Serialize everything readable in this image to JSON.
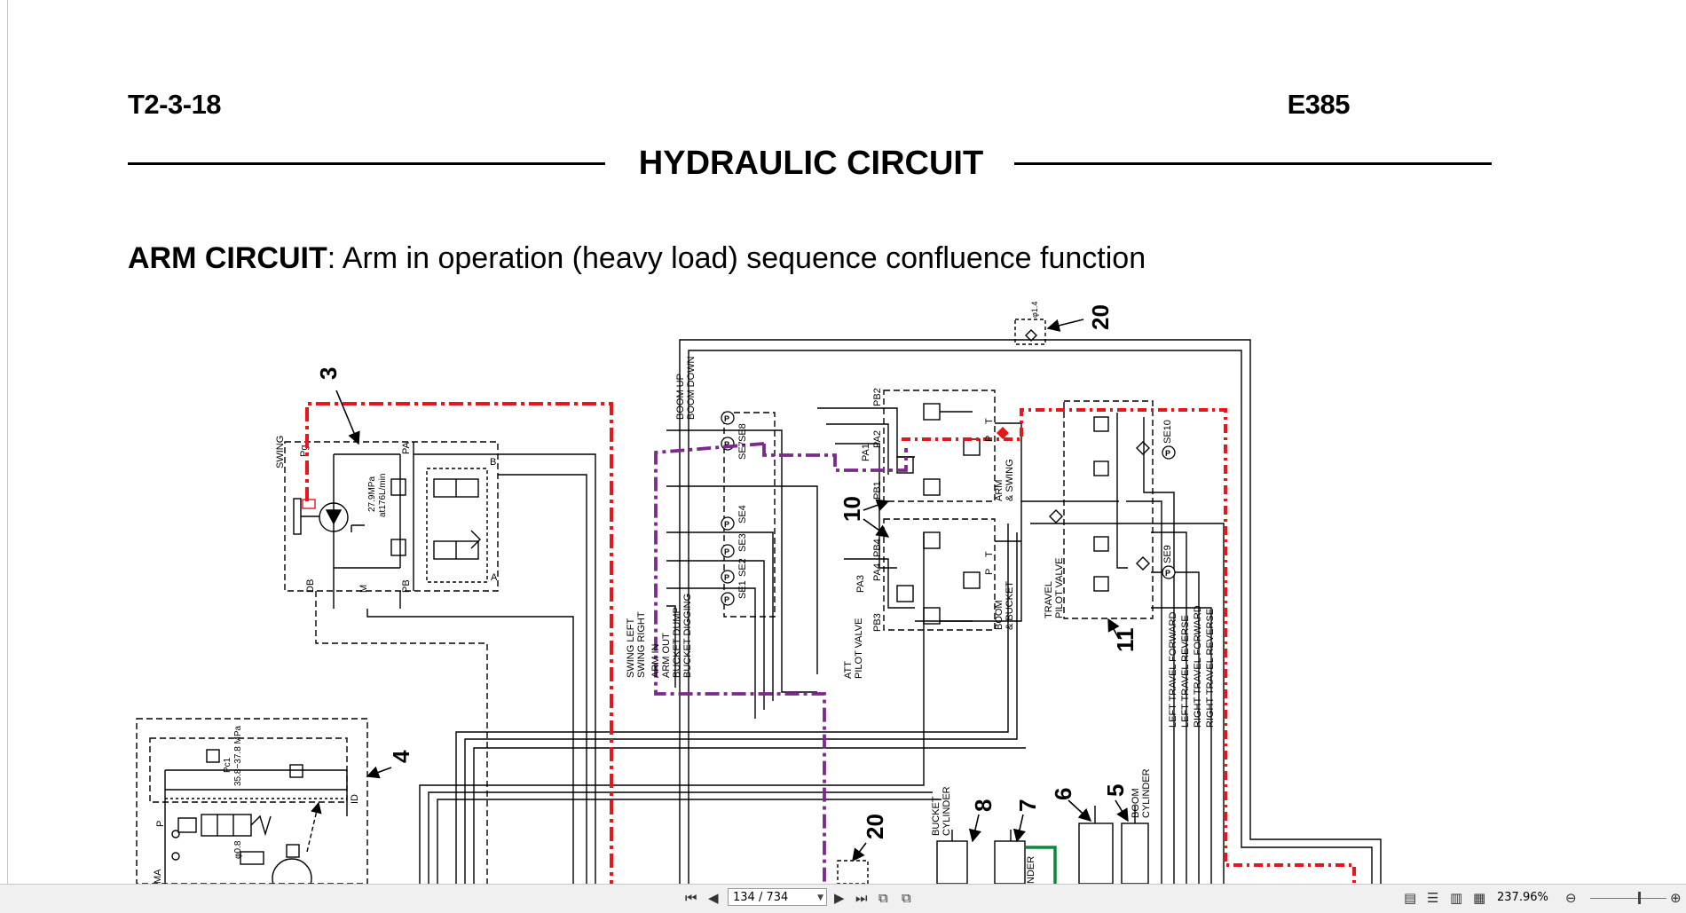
{
  "page": {
    "page_code": "T2-3-18",
    "model": "E385",
    "title": "HYDRAULIC CIRCUIT",
    "subtitle_bold": "ARM CIRCUIT",
    "subtitle_rest": ": Arm in operation (heavy load) sequence confluence function"
  },
  "diagram": {
    "callouts": [
      "3",
      "4",
      "10",
      "11",
      "20",
      "20",
      "8",
      "7",
      "6",
      "5"
    ],
    "labels": {
      "swing": "SWING",
      "swing_spec": "27.9MPa",
      "swing_flow": "at176L/min",
      "port_db": "DB",
      "port_m": "M",
      "port_pb": "PB",
      "port_pa": "PA",
      "port_a": "A",
      "port_b": "B",
      "port_pg": "Pg",
      "pump_p": "P",
      "pump_id": "ID",
      "pump_ma": "MA",
      "pump_pc": "Pc1",
      "pump_spec": "35.8~37.8 MPa",
      "pump_orifice": "φ0.8",
      "boom_up": "BOOM UP",
      "boom_down": "BOOM DOWN",
      "se8": "SE8",
      "se7": "SE7",
      "se4": "SE4",
      "se3": "SE3",
      "se2": "SE2",
      "se1": "SE1",
      "swing_left": "SWING LEFT",
      "swing_right": "SWING RIGHT",
      "arm_in": "ARM IN",
      "arm_out": "ARM OUT",
      "bucket_dump": "BUCKET DUMP",
      "bucket_digging": "BUCKET DIGGING",
      "pb2": "PB2",
      "pa1": "PA1",
      "pa2": "PA2",
      "pb1": "PB1",
      "pb4": "PB4",
      "pa4": "PA4",
      "pa3": "PA3",
      "pb3": "PB3",
      "att_pilot_1": "ATT",
      "att_pilot_2": "PILOT VALVE",
      "arm_swing_1": "ARM",
      "arm_swing_2": "& SWING",
      "boom_bucket_1": "BOOM",
      "boom_bucket_2": "& BUCKET",
      "travel_pilot_1": "TRAVEL",
      "travel_pilot_2": "PILOT VALVE",
      "se10": "SE10",
      "se9": "SE9",
      "left_travel_forward": "LEFT TRAVEL FORWARD",
      "left_travel_reverse": "LEFT TRAVEL REVERSE",
      "right_travel_forward": "RIGHT TRAVEL FORWARD",
      "right_travel_reverse": "RIGHT TRAVEL REVERSE",
      "bucket_cylinder_1": "BUCKET",
      "bucket_cylinder_2": "CYLINDER",
      "boom_cylinder_1": "BOOM",
      "boom_cylinder_2": "CYLINDER",
      "arm_cylinder_cut": "NDER",
      "check_orifice": "φ1.4",
      "port_t": "T",
      "port_p": "P",
      "pressure_p": "P"
    },
    "colors": {
      "main_line": "#000000",
      "pilot_active": "#e8161b",
      "arm_in_line": "#7a2a8a",
      "arm_cylinder_line": "#0a8a3a"
    }
  },
  "toolbar": {
    "first_page_icon": "first-page-icon",
    "prev_page_icon": "prev-page-icon",
    "page_indicator": "134 / 734",
    "next_page_icon": "next-page-icon",
    "last_page_icon": "last-page-icon",
    "zoom_level": "237.96%"
  }
}
